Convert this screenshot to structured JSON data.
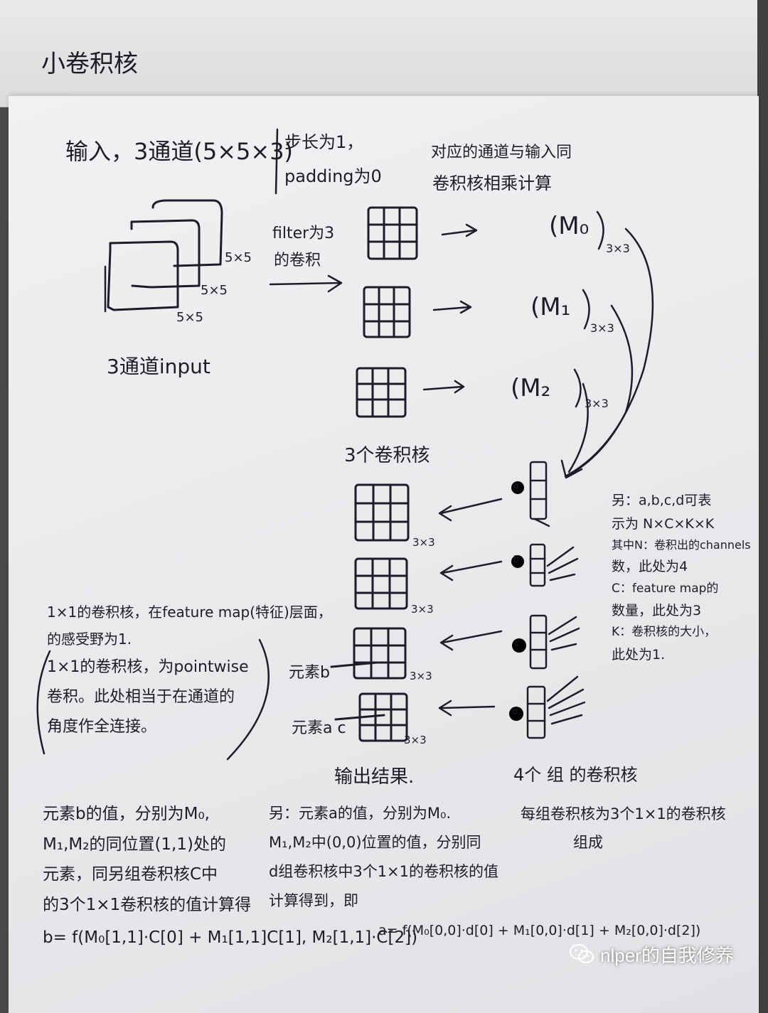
{
  "title": "小卷积核",
  "input_header": "输入，3通道(5×5×3)",
  "stride_line1": "步长为1，",
  "stride_line2": "padding为0",
  "compute_line1": "对应的通道与输入同",
  "compute_line2": "卷积核相乘计算",
  "filter_line1": "filter为3",
  "filter_line2": "的卷积",
  "size_labels": [
    "5×5",
    "5×5",
    "5×5"
  ],
  "input_caption": "3通道input",
  "results": [
    {
      "label": "(M₀",
      "sub": "3×3"
    },
    {
      "label": "(M₁",
      "sub": "3×3"
    },
    {
      "label": "(M₂",
      "sub": "3×3"
    }
  ],
  "kernels_caption": "3个卷积核",
  "out_sizes": [
    "3×3",
    "3×3",
    "3×3",
    "3×3"
  ],
  "elem_b": "元素b",
  "elem_a": "元素a c",
  "output_caption": "输出结果.",
  "group_caption": "4个 组 的卷积核",
  "legend": [
    "另：a,b,c,d可表",
    "示为 N×C×K×K",
    "其中N：卷积出的channels",
    "    数，此处为4",
    "C：feature map的",
    "    数量，此处为3",
    "K：卷积核的大小，",
    "    此处为1."
  ],
  "note_1x1": [
    "1×1的卷积核，在feature map(特征)层面，",
    "  的感受野为1.",
    "1×1的卷积核，为pointwise",
    "卷积。此处相当于在通道的",
    "角度作全连接。"
  ],
  "note_b": [
    "元素b的值，分别为M₀,",
    "M₁,M₂的同位置(1,1)处的",
    "元素，同另组卷积核C中",
    "的3个1×1卷积核的值计算得"
  ],
  "note_a": [
    "另：元素a的值，分别为M₀.",
    "M₁,M₂中(0,0)位置的值，分别同",
    "d组卷积核中3个1×1的卷积核的值",
    "计算得到，即"
  ],
  "note_group": [
    "每组卷积核为3个1×1的卷积核",
    "组成"
  ],
  "formula_b": "b= f(M₀[1,1]·C[0] + M₁[1,1]C[1], M₂[1,1]·C[2])",
  "formula_a": "a= f(M₀[0,0]·d[0] + M₁[0,0]·d[1] + M₂[0,0]·d[2])",
  "kernel_tags": [
    "a",
    "b",
    "c",
    "d"
  ],
  "watermark": "nlper的自我修养",
  "colors": {
    "ink": "#1d1d2a",
    "paper": "#ececef"
  }
}
